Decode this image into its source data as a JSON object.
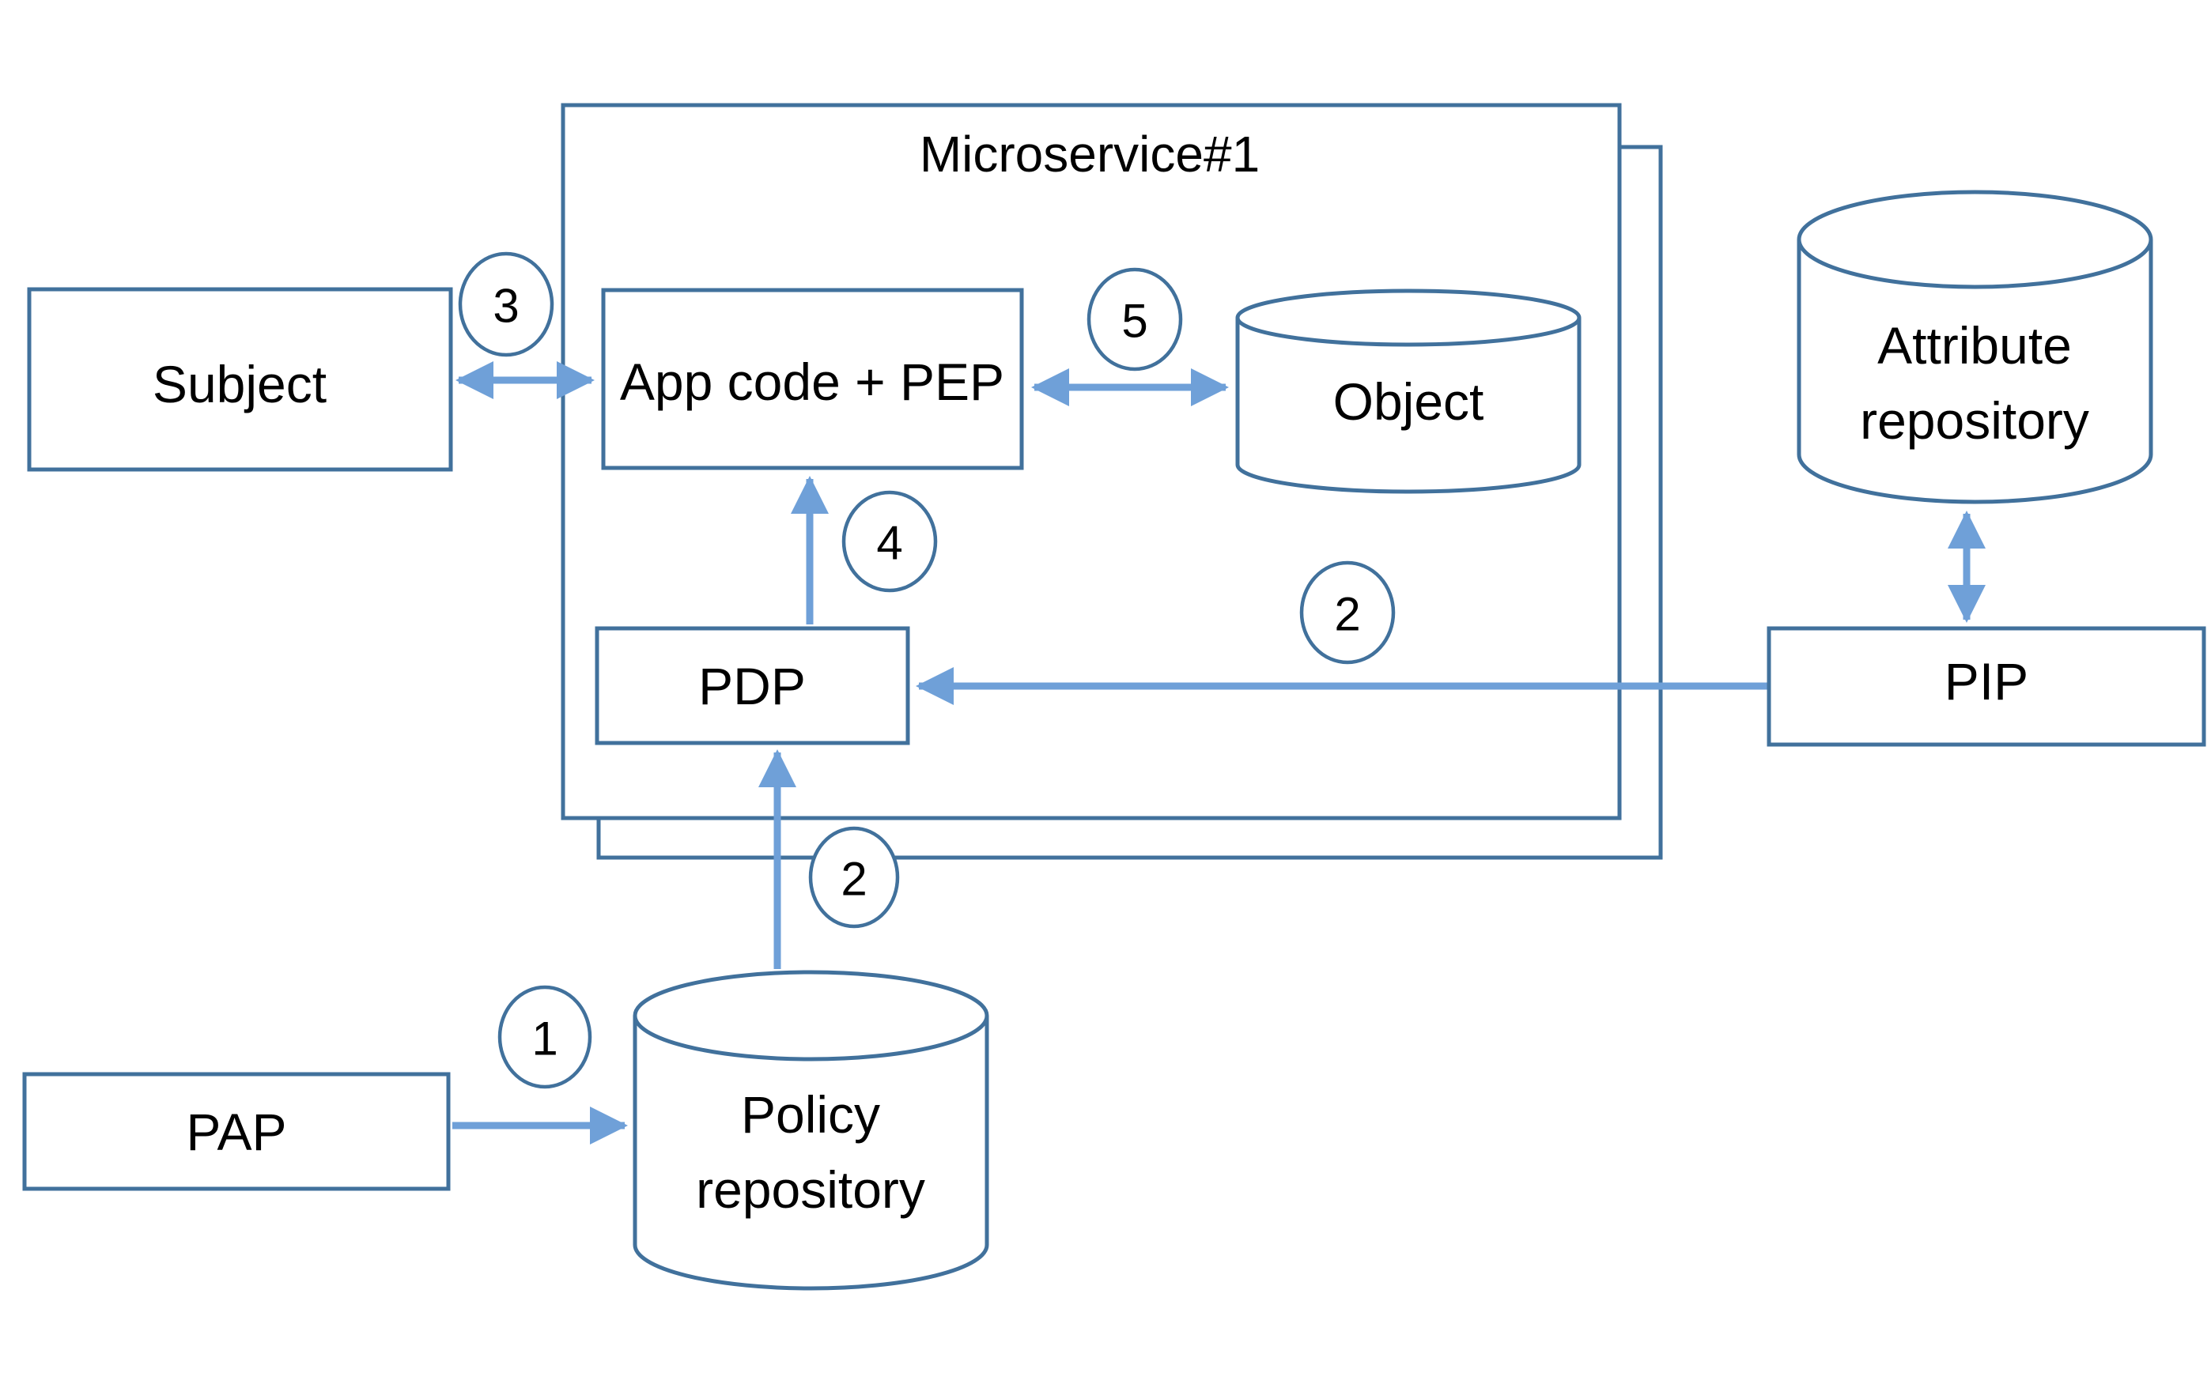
{
  "diagram": {
    "container": {
      "label": "Microservice#1"
    },
    "nodes": {
      "subject": {
        "label": "Subject",
        "shape": "rect"
      },
      "app_pep": {
        "label": "App code + PEP",
        "shape": "rect"
      },
      "object": {
        "label": "Object",
        "shape": "cylinder"
      },
      "pdp": {
        "label": "PDP",
        "shape": "rect"
      },
      "pip": {
        "label": "PIP",
        "shape": "rect"
      },
      "pap": {
        "label": "PAP",
        "shape": "rect"
      },
      "policy_repository": {
        "label_lines": [
          "Policy",
          "repository"
        ],
        "shape": "cylinder"
      },
      "attribute_repository": {
        "label_lines": [
          "Attribute",
          "repository"
        ],
        "shape": "cylinder"
      }
    },
    "badges": {
      "pap_to_policy_repository": "1",
      "policy_repository_to_pdp": "2",
      "pip_to_pdp": "2",
      "subject_to_app": "3",
      "pdp_to_app": "4",
      "app_to_object": "5"
    },
    "colors": {
      "shape_border": "#41719C",
      "arrow": "#6FA0D8",
      "text": "#000000",
      "background": "#FFFFFF"
    }
  }
}
